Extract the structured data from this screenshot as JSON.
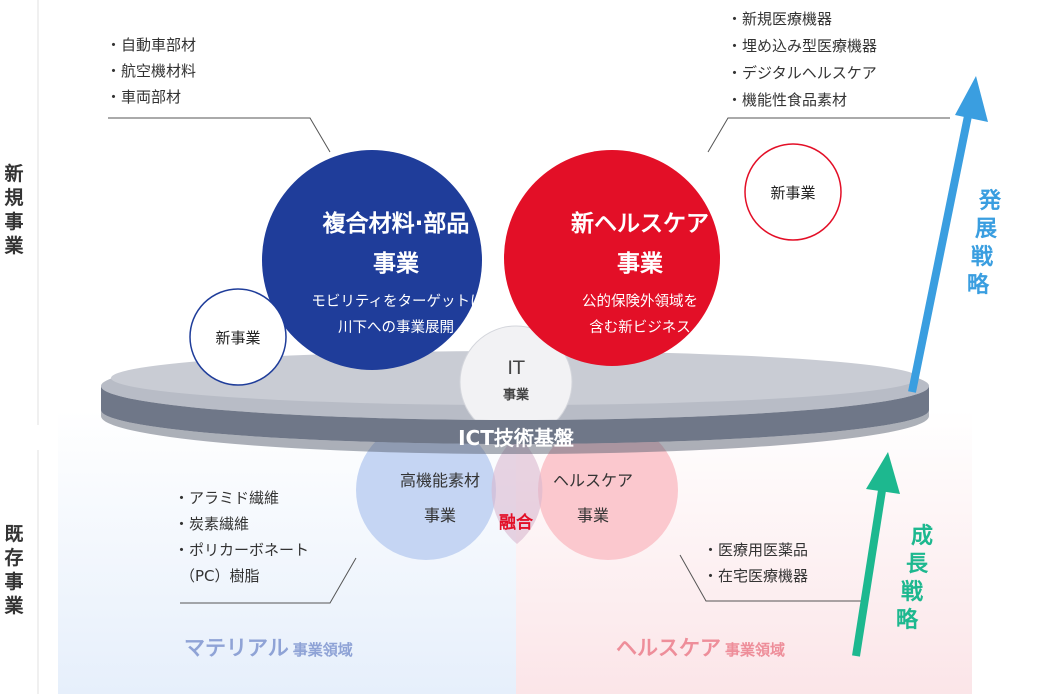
{
  "side_labels": {
    "new": [
      "新",
      "規",
      "事",
      "業"
    ],
    "existing": [
      "既",
      "存",
      "事",
      "業"
    ]
  },
  "composites": {
    "title_lines": [
      "複合材料·部品",
      "事業"
    ],
    "desc_lines": [
      "モビリティをターゲットに",
      "川下への事業展開"
    ],
    "bullets": [
      "・自動車部材",
      "・航空機材料",
      "・車両部材"
    ]
  },
  "healthcare_new": {
    "title_lines": [
      "新ヘルスケア",
      "事業"
    ],
    "desc_lines": [
      "公的保険外領域を",
      "含む新ビジネス"
    ],
    "bullets": [
      "・新規医療機器",
      "・埋め込み型医療機器",
      "・デジタルヘルスケア",
      "・機能性食品素材"
    ]
  },
  "new_business_left": "新事業",
  "new_business_right": "新事業",
  "it_business": [
    "IT",
    "事業"
  ],
  "ict_base": "ICT技術基盤",
  "materials_existing": {
    "title_lines": [
      "高機能素材",
      "事業"
    ],
    "bullets": [
      "・アラミド繊維",
      "・炭素繊維",
      "・ポリカーボネート",
      "（PC）樹脂"
    ]
  },
  "healthcare_existing": {
    "title_lines": [
      "ヘルスケア",
      "事業"
    ],
    "bullets": [
      "・医療用医薬品",
      "・在宅医療機器"
    ]
  },
  "fusion": "融合",
  "domain_labels": {
    "material_main": "マテリアル",
    "material_sub": "事業領域",
    "health_main": "ヘルスケア",
    "health_sub": "事業領域"
  },
  "strategies": {
    "growth": [
      "成",
      "長",
      "戦",
      "略"
    ],
    "development": [
      "発",
      "展",
      "戦",
      "略"
    ]
  },
  "colors": {
    "navy": "#1f3d9a",
    "red": "#e30f27",
    "blue_arrow": "#3a9ee0",
    "green_arrow": "#1db88f",
    "ring": "#6f7788",
    "ring_top": "#b8bcc6"
  }
}
